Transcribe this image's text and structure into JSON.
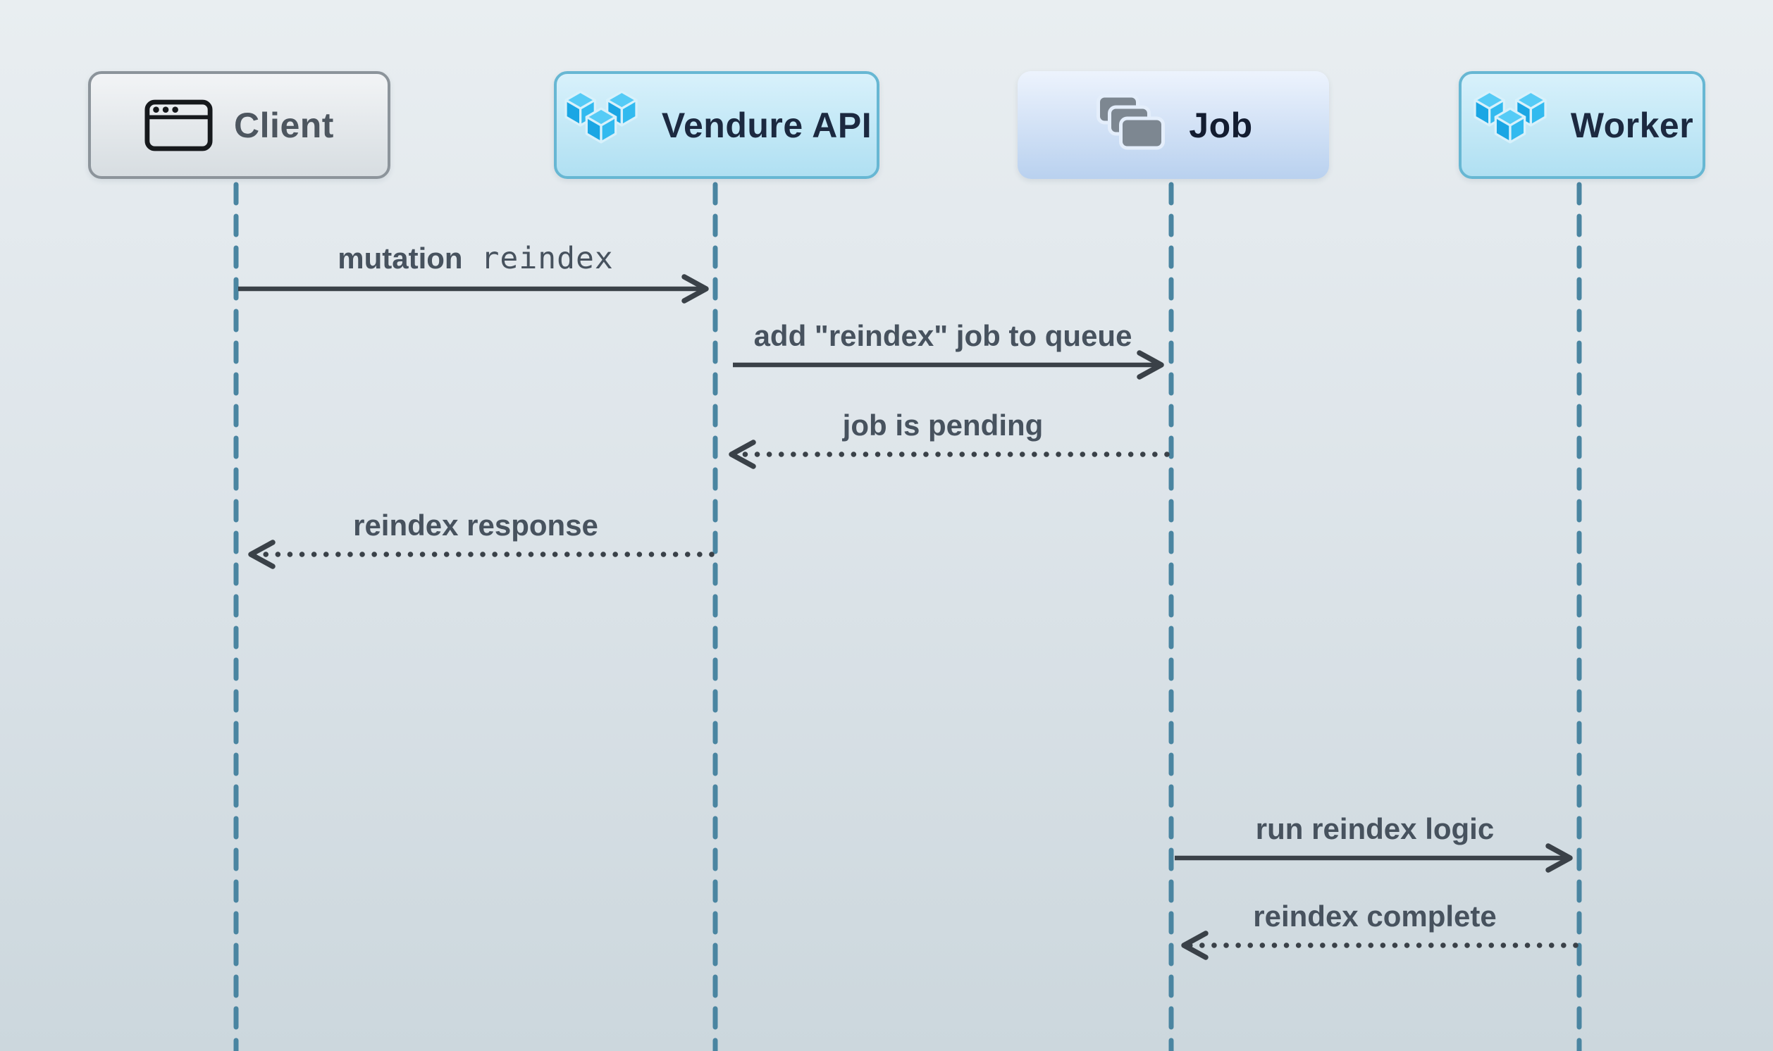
{
  "diagram": {
    "type": "sequence-diagram",
    "participants": [
      {
        "id": "client",
        "label": "Client",
        "icon": "browser-window-icon",
        "style": "gray"
      },
      {
        "id": "vendure-api",
        "label": "Vendure API",
        "icon": "vendure-logo-icon",
        "style": "cyan"
      },
      {
        "id": "job",
        "label": "Job",
        "icon": "stacked-cards-icon",
        "style": "blue"
      },
      {
        "id": "worker",
        "label": "Worker",
        "icon": "vendure-logo-icon",
        "style": "cyan"
      }
    ],
    "messages": [
      {
        "from": "Client",
        "to": "Vendure API",
        "label": "mutation",
        "code": "reindex",
        "line": "solid"
      },
      {
        "from": "Vendure API",
        "to": "Job",
        "label": "add \"reindex\" job to queue",
        "line": "solid"
      },
      {
        "from": "Job",
        "to": "Vendure API",
        "label": "job is pending",
        "line": "dotted"
      },
      {
        "from": "Vendure API",
        "to": "Client",
        "label": "reindex response",
        "line": "dotted"
      },
      {
        "from": "Job",
        "to": "Worker",
        "label": "run reindex logic",
        "line": "solid"
      },
      {
        "from": "Worker",
        "to": "Job",
        "label": "reindex complete",
        "line": "dotted"
      }
    ],
    "colors": {
      "background_top": "#e9eef1",
      "background_bottom": "#ccd7dd",
      "lifeline": "#4a85a1",
      "arrow": "#3a4148",
      "message_text": "#47525e",
      "client_border": "#8c949b",
      "cyan_border": "#67b7d3",
      "vendure_blue": "#29b2ec",
      "job_card_gray": "#7d8791"
    }
  }
}
